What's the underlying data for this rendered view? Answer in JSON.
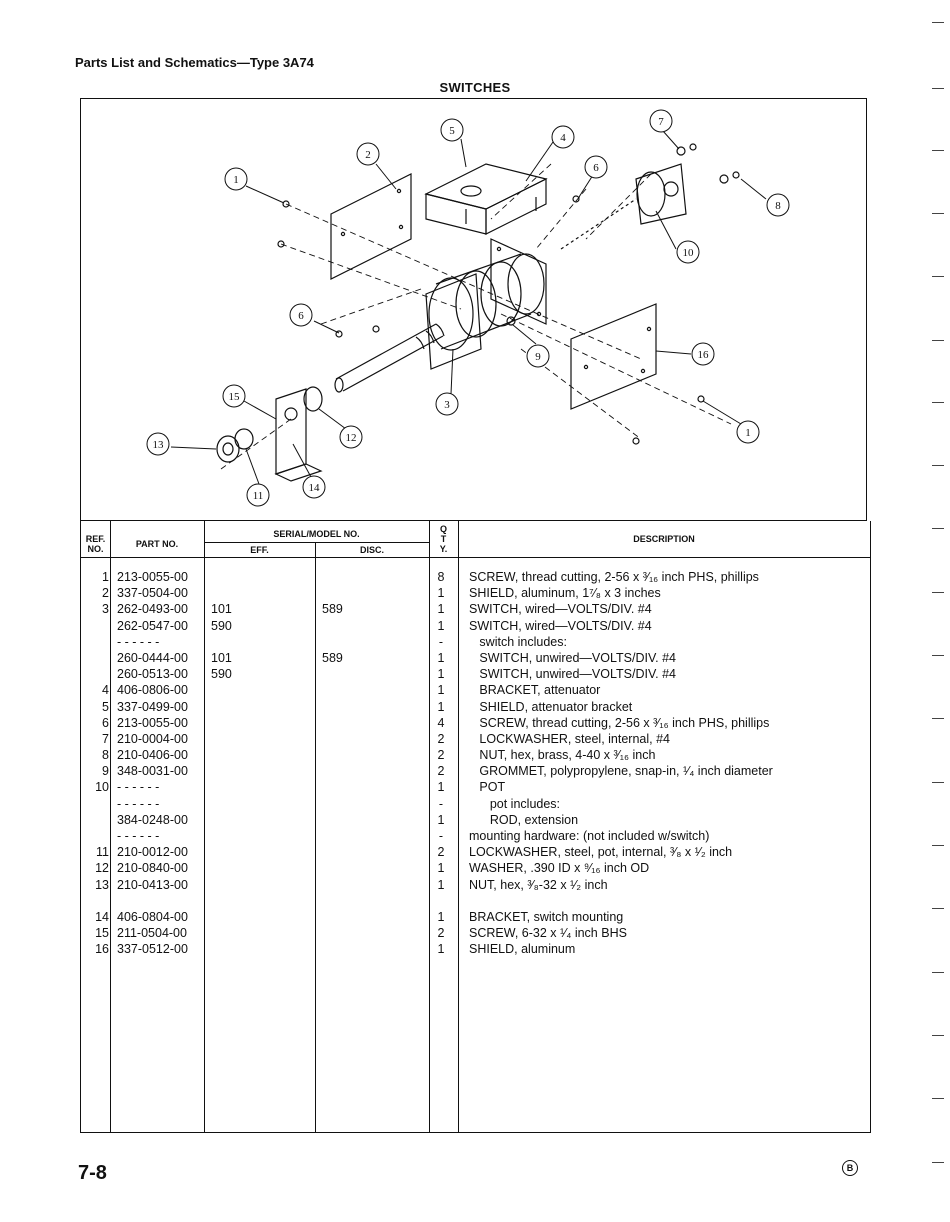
{
  "header": "Parts List and Schematics—Type 3A74",
  "section_title": "SWITCHES",
  "diagram_callouts": [
    "1",
    "2",
    "3",
    "4",
    "5",
    "6",
    "6",
    "7",
    "8",
    "9",
    "10",
    "11",
    "12",
    "13",
    "14",
    "15",
    "16",
    "1"
  ],
  "table_headers": {
    "ref": [
      "REF.",
      "NO."
    ],
    "part": "PART NO.",
    "serial": "SERIAL/MODEL NO.",
    "eff": "EFF.",
    "disc": "DISC.",
    "qty": [
      "Q",
      "T",
      "Y."
    ],
    "desc": "DESCRIPTION"
  },
  "rows": [
    {
      "ref": "1",
      "part": "213-0055-00",
      "eff": "",
      "disc": "",
      "qty": "8",
      "desc": "SCREW, thread cutting, 2-56 x ³⁄₁₆ inch PHS, phillips"
    },
    {
      "ref": "2",
      "part": "337-0504-00",
      "eff": "",
      "disc": "",
      "qty": "1",
      "desc": "SHIELD, aluminum, 1⁷⁄₈ x 3 inches"
    },
    {
      "ref": "3",
      "part": "262-0493-00",
      "eff": "101",
      "disc": "589",
      "qty": "1",
      "desc": "SWITCH, wired—VOLTS/DIV. #4"
    },
    {
      "ref": "",
      "part": "262-0547-00",
      "eff": "590",
      "disc": "",
      "qty": "1",
      "desc": "SWITCH, wired—VOLTS/DIV. #4"
    },
    {
      "ref": "",
      "part": "- - - - - -",
      "eff": "",
      "disc": "",
      "qty": "-",
      "desc": "   switch includes:"
    },
    {
      "ref": "",
      "part": "260-0444-00",
      "eff": "101",
      "disc": "589",
      "qty": "1",
      "desc": "   SWITCH, unwired—VOLTS/DIV. #4"
    },
    {
      "ref": "",
      "part": "260-0513-00",
      "eff": "590",
      "disc": "",
      "qty": "1",
      "desc": "   SWITCH, unwired—VOLTS/DIV. #4"
    },
    {
      "ref": "4",
      "part": "406-0806-00",
      "eff": "",
      "disc": "",
      "qty": "1",
      "desc": "   BRACKET, attenuator"
    },
    {
      "ref": "5",
      "part": "337-0499-00",
      "eff": "",
      "disc": "",
      "qty": "1",
      "desc": "   SHIELD, attenuator bracket"
    },
    {
      "ref": "6",
      "part": "213-0055-00",
      "eff": "",
      "disc": "",
      "qty": "4",
      "desc": "   SCREW, thread cutting, 2-56 x ³⁄₁₆ inch PHS, phillips"
    },
    {
      "ref": "7",
      "part": "210-0004-00",
      "eff": "",
      "disc": "",
      "qty": "2",
      "desc": "   LOCKWASHER, steel, internal, #4"
    },
    {
      "ref": "8",
      "part": "210-0406-00",
      "eff": "",
      "disc": "",
      "qty": "2",
      "desc": "   NUT, hex, brass, 4-40 x ³⁄₁₆ inch"
    },
    {
      "ref": "9",
      "part": "348-0031-00",
      "eff": "",
      "disc": "",
      "qty": "2",
      "desc": "   GROMMET, polypropylene, snap-in, ¹⁄₄ inch diameter"
    },
    {
      "ref": "10",
      "part": "- - - - - -",
      "eff": "",
      "disc": "",
      "qty": "1",
      "desc": "   POT"
    },
    {
      "ref": "",
      "part": "- - - - - -",
      "eff": "",
      "disc": "",
      "qty": "-",
      "desc": "      pot includes:"
    },
    {
      "ref": "",
      "part": "384-0248-00",
      "eff": "",
      "disc": "",
      "qty": "1",
      "desc": "      ROD, extension"
    },
    {
      "ref": "",
      "part": "- - - - - -",
      "eff": "",
      "disc": "",
      "qty": "-",
      "desc": "mounting hardware: (not included w/switch)"
    },
    {
      "ref": "11",
      "part": "210-0012-00",
      "eff": "",
      "disc": "",
      "qty": "2",
      "desc": "LOCKWASHER, steel, pot, internal, ³⁄₈ x ¹⁄₂ inch"
    },
    {
      "ref": "12",
      "part": "210-0840-00",
      "eff": "",
      "disc": "",
      "qty": "1",
      "desc": "WASHER, .390 ID x ⁹⁄₁₆ inch OD"
    },
    {
      "ref": "13",
      "part": "210-0413-00",
      "eff": "",
      "disc": "",
      "qty": "1",
      "desc": "NUT, hex, ³⁄₈-32 x ¹⁄₂ inch"
    },
    {
      "ref": "",
      "part": "",
      "eff": "",
      "disc": "",
      "qty": "",
      "desc": ""
    },
    {
      "ref": "14",
      "part": "406-0804-00",
      "eff": "",
      "disc": "",
      "qty": "1",
      "desc": "BRACKET, switch mounting"
    },
    {
      "ref": "15",
      "part": "211-0504-00",
      "eff": "",
      "disc": "",
      "qty": "2",
      "desc": "SCREW, 6-32 x ¹⁄₄ inch BHS"
    },
    {
      "ref": "16",
      "part": "337-0512-00",
      "eff": "",
      "disc": "",
      "qty": "1",
      "desc": "SHIELD, aluminum"
    }
  ],
  "footer": {
    "page": "7-8",
    "revision": "B"
  }
}
